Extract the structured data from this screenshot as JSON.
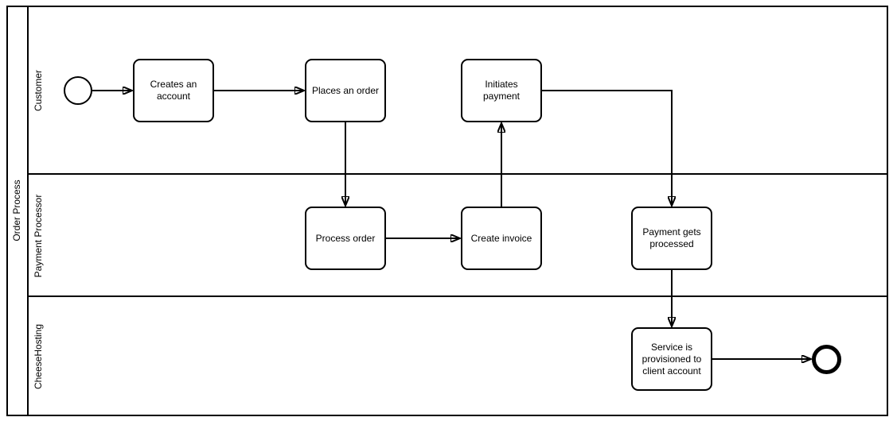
{
  "diagram": {
    "type": "bpmn-swimlane-flowchart",
    "colors": {
      "stroke": "#000000",
      "fill": "#ffffff"
    },
    "pool": {
      "label": "Order Process"
    },
    "lanes": [
      {
        "id": "customer",
        "label": "Customer"
      },
      {
        "id": "payment-processor",
        "label": "Payment Processor"
      },
      {
        "id": "cheesehosting",
        "label": "CheeseHosting"
      }
    ],
    "tasks": [
      {
        "id": "creates-account",
        "label": "Creates an account",
        "lane": "Customer"
      },
      {
        "id": "places-order",
        "label": "Places an order",
        "lane": "Customer"
      },
      {
        "id": "initiates-payment",
        "label": "Initiates payment",
        "lane": "Customer"
      },
      {
        "id": "process-order",
        "label": "Process order",
        "lane": "Payment Processor"
      },
      {
        "id": "create-invoice",
        "label": "Create invoice",
        "lane": "Payment Processor"
      },
      {
        "id": "payment-processed",
        "label": "Payment gets processed",
        "lane": "Payment Processor"
      },
      {
        "id": "service-provisioned",
        "label": "Service is provisioned to client account",
        "lane": "CheeseHosting"
      }
    ],
    "events": [
      {
        "id": "start-event",
        "type": "start",
        "lane": "Customer"
      },
      {
        "id": "end-event",
        "type": "end",
        "lane": "CheeseHosting"
      }
    ],
    "flows": [
      {
        "from": "start-event",
        "to": "creates-account"
      },
      {
        "from": "creates-account",
        "to": "places-order"
      },
      {
        "from": "places-order",
        "to": "process-order"
      },
      {
        "from": "process-order",
        "to": "create-invoice"
      },
      {
        "from": "create-invoice",
        "to": "initiates-payment"
      },
      {
        "from": "initiates-payment",
        "to": "payment-processed"
      },
      {
        "from": "payment-processed",
        "to": "service-provisioned"
      },
      {
        "from": "service-provisioned",
        "to": "end-event"
      }
    ]
  }
}
